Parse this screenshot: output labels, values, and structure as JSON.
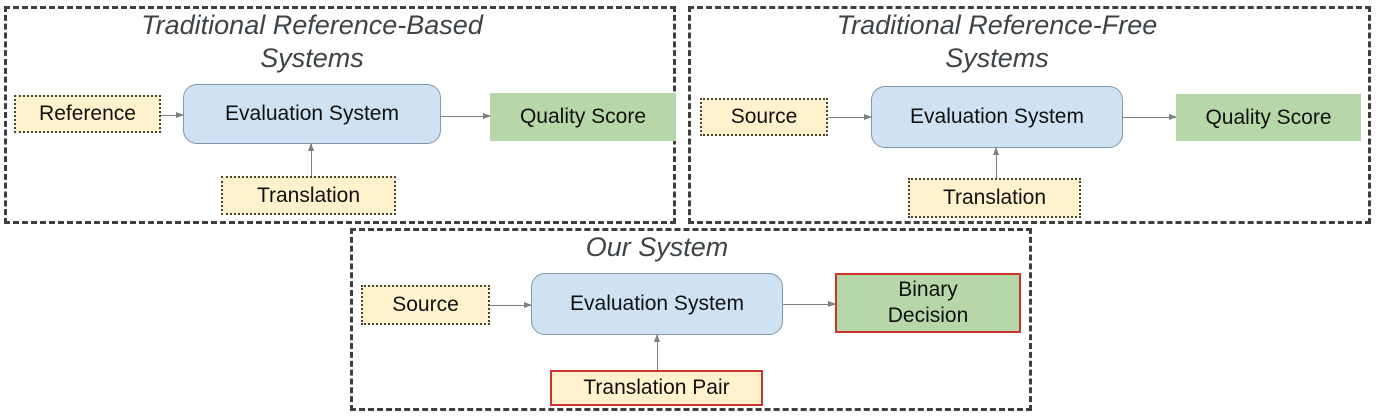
{
  "figure": {
    "panels": [
      {
        "id": "reference-based",
        "title_line1": "Traditional Reference-Based",
        "title_line2": "Systems",
        "input_label": "Reference",
        "system_label": "Evaluation System",
        "output_label": "Quality Score",
        "aux_label": "Translation"
      },
      {
        "id": "reference-free",
        "title_line1": "Traditional Reference-Free",
        "title_line2": "Systems",
        "input_label": "Source",
        "system_label": "Evaluation System",
        "output_label": "Quality Score",
        "aux_label": "Translation"
      },
      {
        "id": "our-system",
        "title_line1": "Our System",
        "title_line2": "",
        "input_label": "Source",
        "system_label": "Evaluation System",
        "output_label": "Binary Decision",
        "aux_label": "Translation Pair"
      }
    ],
    "colors": {
      "input_fill": "#fff2cc",
      "system_fill": "#cfe2f3",
      "system_border": "#7f98ad",
      "output_fill": "#b6d7a8",
      "highlight_border": "#cc352c",
      "panel_border": "#3f3f3f",
      "title_text": "#3e4347",
      "arrow": "#7f7f7f"
    }
  }
}
